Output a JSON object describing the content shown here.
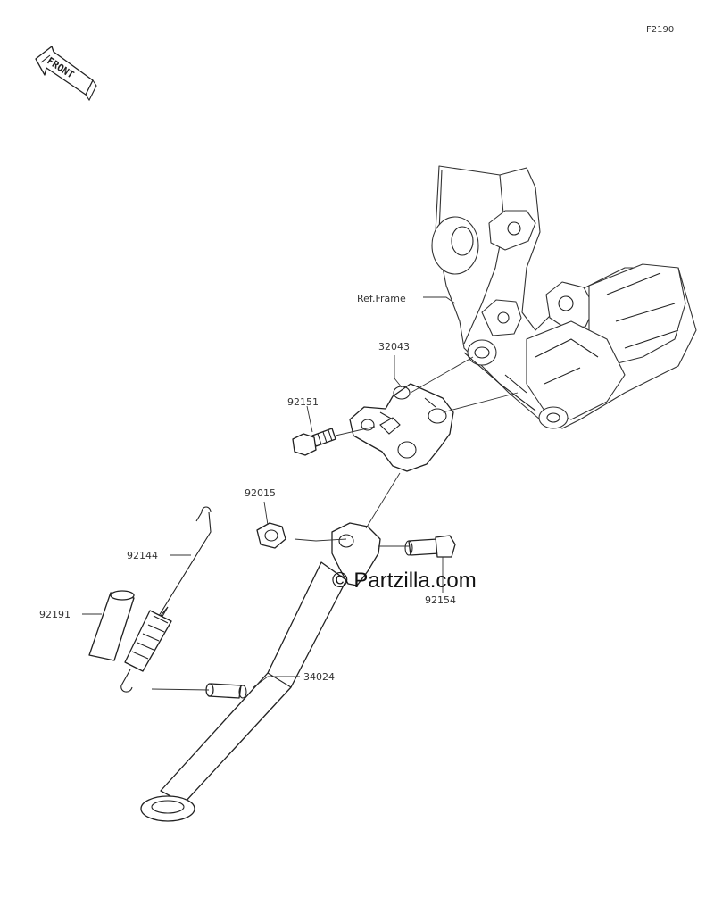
{
  "figure_id": "F2190",
  "front_label": "FRONT",
  "ref_label": "Ref.Frame",
  "watermark": "© Partzilla.com",
  "callouts": [
    {
      "key": "32043",
      "text": "32043"
    },
    {
      "key": "92151",
      "text": "92151"
    },
    {
      "key": "92015",
      "text": "92015"
    },
    {
      "key": "92144",
      "text": "92144"
    },
    {
      "key": "92154",
      "text": "92154"
    },
    {
      "key": "92191",
      "text": "92191"
    },
    {
      "key": "34024",
      "text": "34024"
    }
  ]
}
